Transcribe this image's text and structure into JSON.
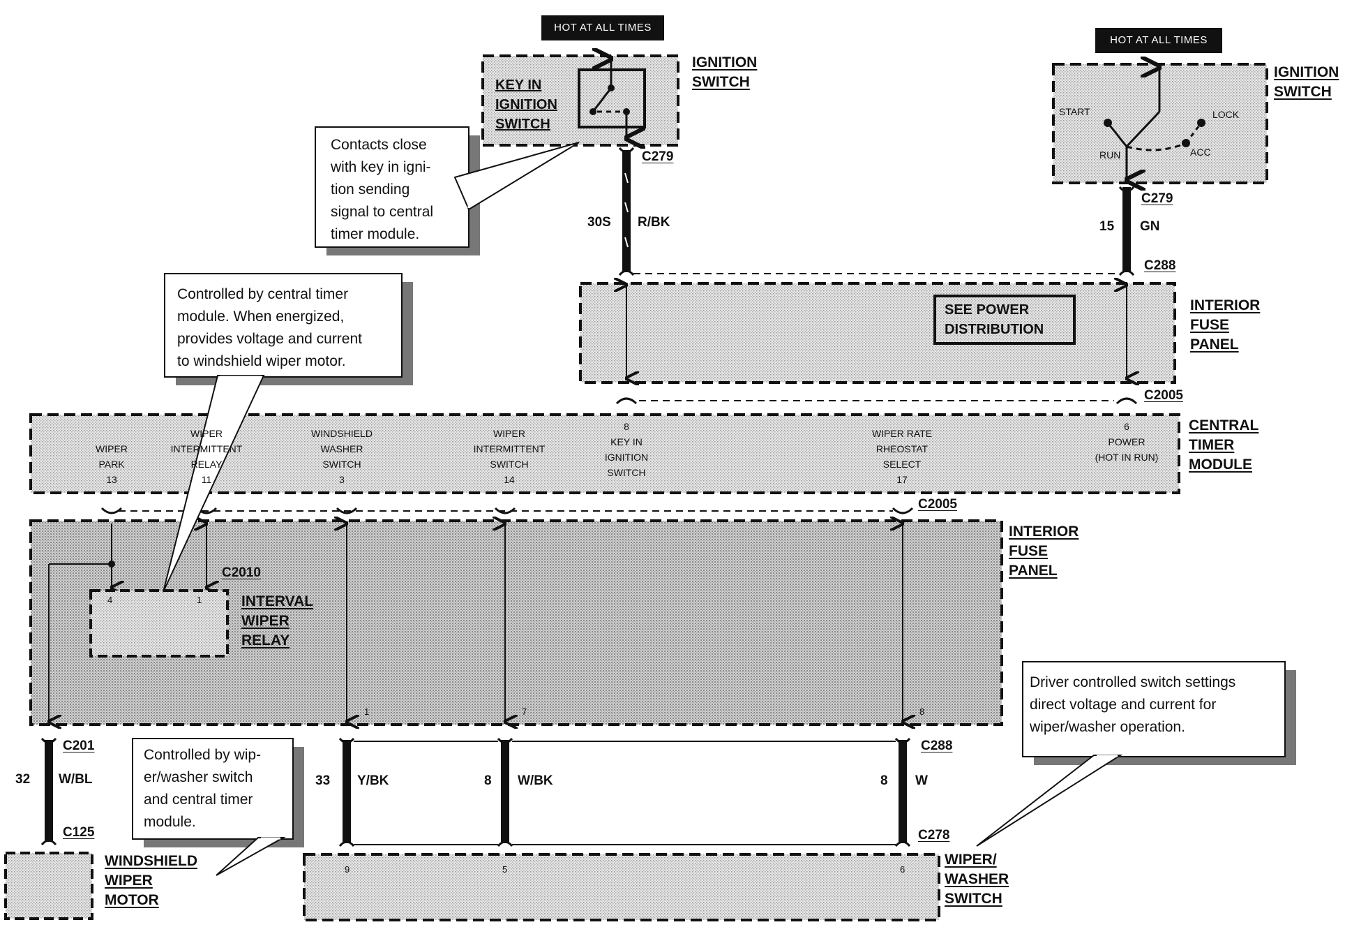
{
  "hot_labels": [
    "HOT AT ALL TIMES",
    "HOT AT ALL TIMES"
  ],
  "ignition_switch_left": {
    "inner_lines": [
      "KEY IN",
      "IGNITION",
      "SWITCH"
    ],
    "label_lines": [
      "IGNITION",
      "SWITCH"
    ]
  },
  "ignition_switch_right": {
    "label_lines": [
      "IGNITION",
      "SWITCH"
    ],
    "positions": [
      "START",
      "LOCK",
      "RUN",
      "ACC"
    ]
  },
  "notes": {
    "key_in_ignition": [
      "Contacts close",
      "with key in igni-",
      "tion sending",
      "signal to central",
      "timer module."
    ],
    "relay": [
      "Controlled by central timer",
      "module. When energized,",
      "provides voltage and current",
      "to windshield wiper motor."
    ],
    "wiper_washer_switch": [
      "Controlled by wip-",
      "er/washer switch",
      "and central timer",
      "module."
    ],
    "driver": [
      "Driver controlled switch settings",
      "direct voltage and current for",
      "wiper/washer operation."
    ]
  },
  "connectors": {
    "c279_left": "C279",
    "c279_right": "C279",
    "c288_top": "C288",
    "c2005_top": "C2005",
    "c2005_bottom": "C2005",
    "c2010": "C2010",
    "c201": "C201",
    "c125": "C125",
    "c288_bottom": "C288",
    "c278": "C278"
  },
  "wires": {
    "w30s": {
      "circuit": "30S",
      "color": "R/BK"
    },
    "w15": {
      "circuit": "15",
      "color": "GN"
    },
    "w32": {
      "circuit": "32",
      "color": "W/BL"
    },
    "w33": {
      "circuit": "33",
      "color": "Y/BK"
    },
    "w8a": {
      "circuit": "8",
      "color": "W/BK"
    },
    "w8b": {
      "circuit": "8",
      "color": "W"
    }
  },
  "interior_fuse_panel_top": {
    "label_lines": [
      "INTERIOR",
      "FUSE",
      "PANEL"
    ],
    "see_power_lines": [
      "SEE POWER",
      "DISTRIBUTION"
    ]
  },
  "central_timer_module": {
    "label_lines": [
      "CENTRAL",
      "TIMER",
      "MODULE"
    ],
    "pins": [
      {
        "lines": [
          "WIPER",
          "PARK",
          "13"
        ]
      },
      {
        "lines": [
          "WIPER",
          "INTERMITTENT",
          "RELAY",
          "11"
        ]
      },
      {
        "lines": [
          "WINDSHIELD",
          "WASHER",
          "SWITCH",
          "3"
        ]
      },
      {
        "lines": [
          "WIPER",
          "INTERMITTENT",
          "SWITCH",
          "14"
        ]
      },
      {
        "lines": [
          "8",
          "KEY IN",
          "IGNITION",
          "SWITCH"
        ]
      },
      {
        "lines": [
          "WIPER RATE",
          "RHEOSTAT",
          "SELECT",
          "17"
        ]
      },
      {
        "lines": [
          "6",
          "POWER",
          "(HOT IN RUN)"
        ]
      }
    ]
  },
  "interior_fuse_panel_bottom": {
    "label_lines": [
      "INTERIOR",
      "FUSE",
      "PANEL"
    ],
    "pins": [
      "1",
      "7",
      "8"
    ]
  },
  "interval_wiper_relay": {
    "label_lines": [
      "INTERVAL",
      "WIPER",
      "RELAY"
    ],
    "pins": [
      "4",
      "1"
    ]
  },
  "windshield_wiper_motor": {
    "label_lines": [
      "WINDSHIELD",
      "WIPER",
      "MOTOR"
    ]
  },
  "wiper_washer_switch": {
    "label_lines": [
      "WIPER/",
      "WASHER",
      "SWITCH"
    ],
    "pins": [
      "9",
      "5",
      "6"
    ]
  }
}
